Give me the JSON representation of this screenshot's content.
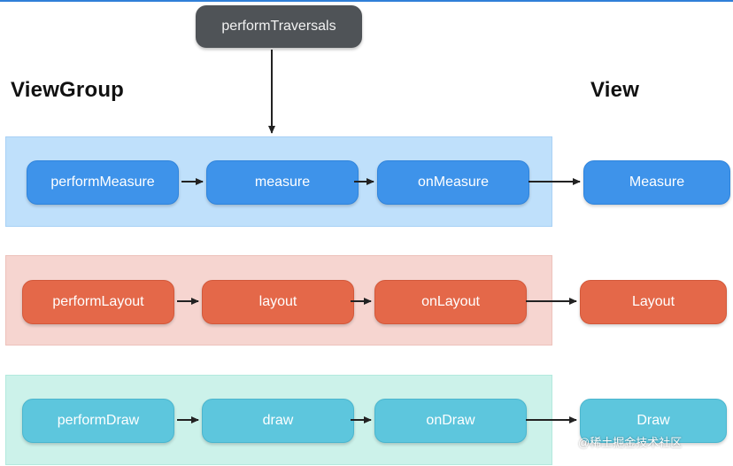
{
  "root": {
    "label": "performTraversals"
  },
  "headings": {
    "viewgroup": "ViewGroup",
    "view": "View"
  },
  "rows": {
    "measure": {
      "steps": [
        "performMeasure",
        "measure",
        "onMeasure"
      ],
      "view": "Measure",
      "color": "#3e93ea",
      "panel_color": "#bfe0fb"
    },
    "layout": {
      "steps": [
        "performLayout",
        "layout",
        "onLayout"
      ],
      "view": "Layout",
      "color": "#e46849",
      "panel_color": "#f6d5d0"
    },
    "draw": {
      "steps": [
        "performDraw",
        "draw",
        "onDraw"
      ],
      "view": "Draw",
      "color": "#5dc6dd",
      "panel_color": "#ccf2ea"
    }
  },
  "watermark": "@稀土掘金技术社区"
}
